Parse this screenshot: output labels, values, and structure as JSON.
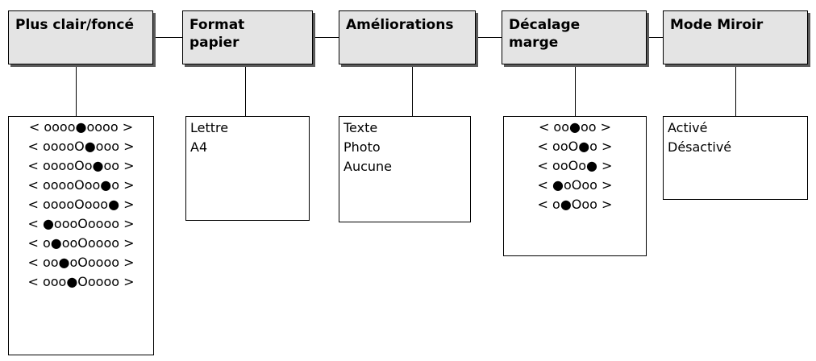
{
  "menus": [
    {
      "title": "Plus clair/foncé",
      "align": "center",
      "options": [
        "< oooo●oooo >",
        "< ooooO●ooo >",
        "< ooooOo●oo >",
        "< ooooOoo●o >",
        "< ooooOooo● >",
        "< ●oooOoooo >",
        "< o●ooOoooo >",
        "< oo●oOoooo >",
        "< ooo●Ooooo >"
      ]
    },
    {
      "title": "Format\npapier",
      "align": "left",
      "options": [
        "Lettre",
        "A4"
      ]
    },
    {
      "title": "Améliorations",
      "align": "left",
      "options": [
        "Texte",
        "Photo",
        "Aucune"
      ]
    },
    {
      "title": "Décalage\nmarge",
      "align": "center",
      "options": [
        "< oo●oo >",
        "< ooO●o >",
        "< ooOo● >",
        "< ●oOoo >",
        "< o●Ooo >"
      ]
    },
    {
      "title": "Mode Miroir",
      "align": "left",
      "options": [
        "Activé",
        "Désactivé"
      ]
    }
  ]
}
